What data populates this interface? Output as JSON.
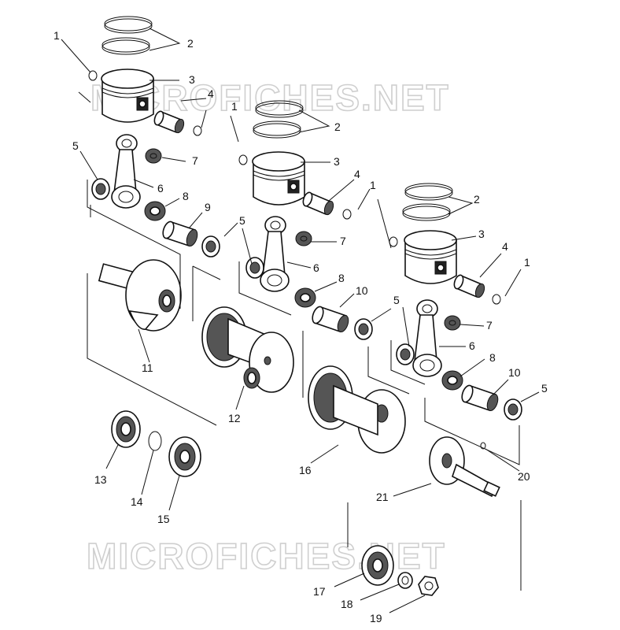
{
  "watermark": {
    "top": "MICROFICHES.NET",
    "bottom": "MICROFICHES.NET"
  },
  "callouts": {
    "c1a": "1",
    "c2a": "2",
    "c3a": "3",
    "c4a": "4",
    "c5a": "5",
    "c6a": "6",
    "c7a": "7",
    "c8a": "8",
    "c9": "9",
    "c11": "11",
    "c1b": "1",
    "c2b": "2",
    "c3b": "3",
    "c4b": "4",
    "c5b": "5",
    "c6b": "6",
    "c7b": "7",
    "c8b": "8",
    "c10b": "10",
    "c12": "12",
    "c1c": "1",
    "c2c": "2",
    "c3c": "3",
    "c4c": "4",
    "c5c": "5",
    "c5d": "5",
    "c6c": "6",
    "c7c": "7",
    "c8c": "8",
    "c10c": "10",
    "c16": "16",
    "c13": "13",
    "c14": "14",
    "c15": "15",
    "c17": "17",
    "c18": "18",
    "c19": "19",
    "c20": "20",
    "c21": "21"
  }
}
